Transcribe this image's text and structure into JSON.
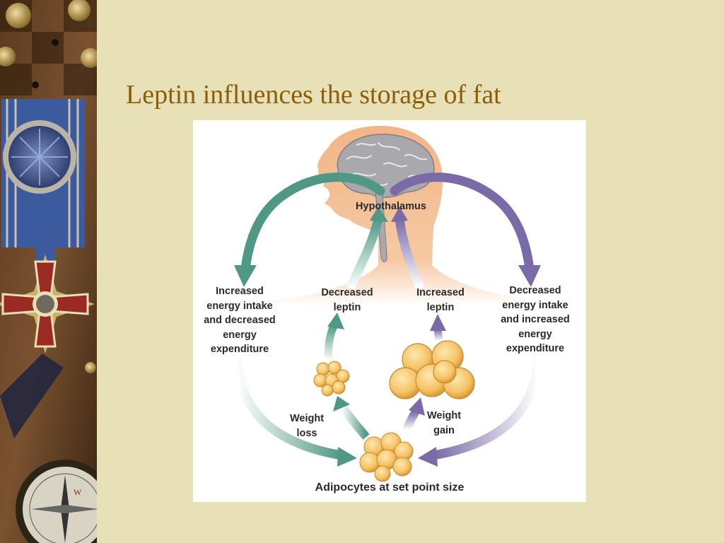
{
  "slide": {
    "title": "Leptin influences the storage of fat"
  },
  "decoration": {
    "sidebar_image": "antique medals, ribbon, order cross and compass photo strip"
  },
  "diagram": {
    "hypothalamus": "Hypothalamus",
    "left_outer": "Increased\nenergy intake\nand decreased\nenergy\nexpenditure",
    "left_inner": "Decreased\nleptin",
    "right_inner": "Increased\nleptin",
    "right_outer": "Decreased\nenergy intake\nand increased\nenergy\nexpenditure",
    "weight_loss": "Weight\nloss",
    "weight_gain": "Weight\ngain",
    "bottom_caption": "Adipocytes at set point size",
    "colors": {
      "teal_arrow": "#4f9886",
      "purple_arrow": "#7a6aa8",
      "skin": "#f2b587",
      "brain": "#a9a9ad",
      "fat_cell": "#f5c264"
    }
  }
}
